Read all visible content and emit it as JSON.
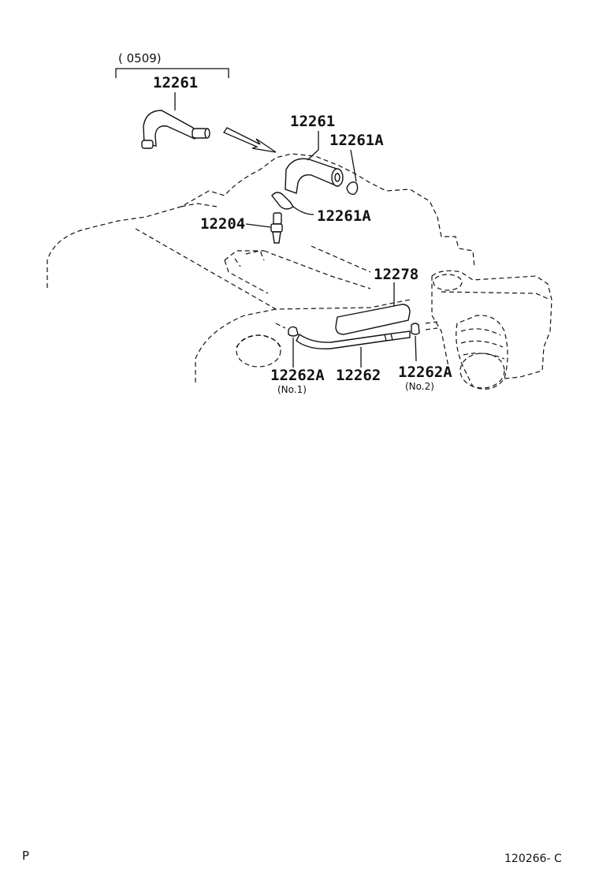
{
  "labels": {
    "date_note": "(      0509)",
    "hose_12261_top": "12261",
    "hose_12261": "12261",
    "clip_12261a_top": "12261A",
    "clip_12261a": "12261A",
    "valve_12204": "12204",
    "hose_12278": "12278",
    "clamp_12262a_no1": "12262A",
    "clamp_no1_sub": "(No.1)",
    "hose_12262": "12262",
    "clamp_12262a_no2": "12262A",
    "clamp_no2_sub": "(No.2)"
  },
  "footer": {
    "page_letter": "P",
    "drawing_code": "120266- C"
  }
}
